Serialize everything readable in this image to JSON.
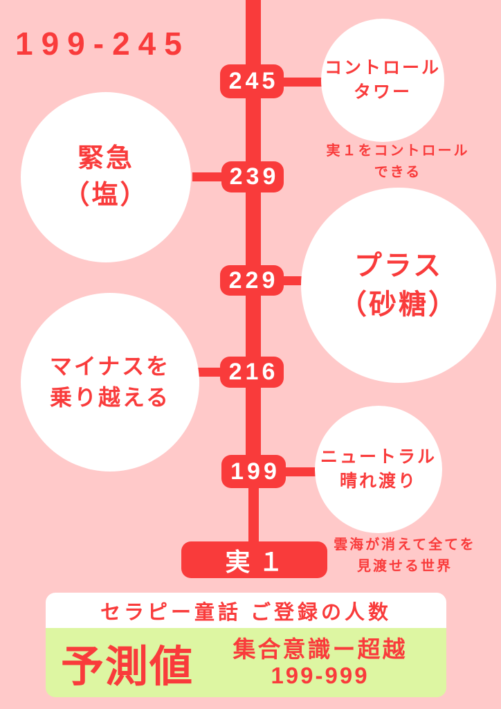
{
  "title": "199-245",
  "timeline": {
    "nodes": [
      {
        "value": "245",
        "side": "right",
        "circle": "コントロール\nタワー",
        "caption": "実１をコントロール\nできる"
      },
      {
        "value": "239",
        "side": "left",
        "circle": "緊急\n（塩）"
      },
      {
        "value": "229",
        "side": "right",
        "circle": "プラス\n（砂糖）"
      },
      {
        "value": "216",
        "side": "left",
        "circle": "マイナスを\n乗り越える"
      },
      {
        "value": "199",
        "side": "right",
        "circle": "ニュートラル\n晴れ渡り",
        "caption": "雲海が消えて全てを\n見渡せる世界"
      }
    ],
    "terminal": "実１"
  },
  "footer": {
    "banner": "セラピー童話 ご登録の人数",
    "prediction_label": "予測値",
    "prediction_detail": "集合意識ー超越\n199-999"
  },
  "colors": {
    "background": "#ffc9c9",
    "red": "#f93b3b",
    "circle": "#ffffff",
    "green": "#ddf6a2",
    "badge_text": "#ffffff"
  }
}
